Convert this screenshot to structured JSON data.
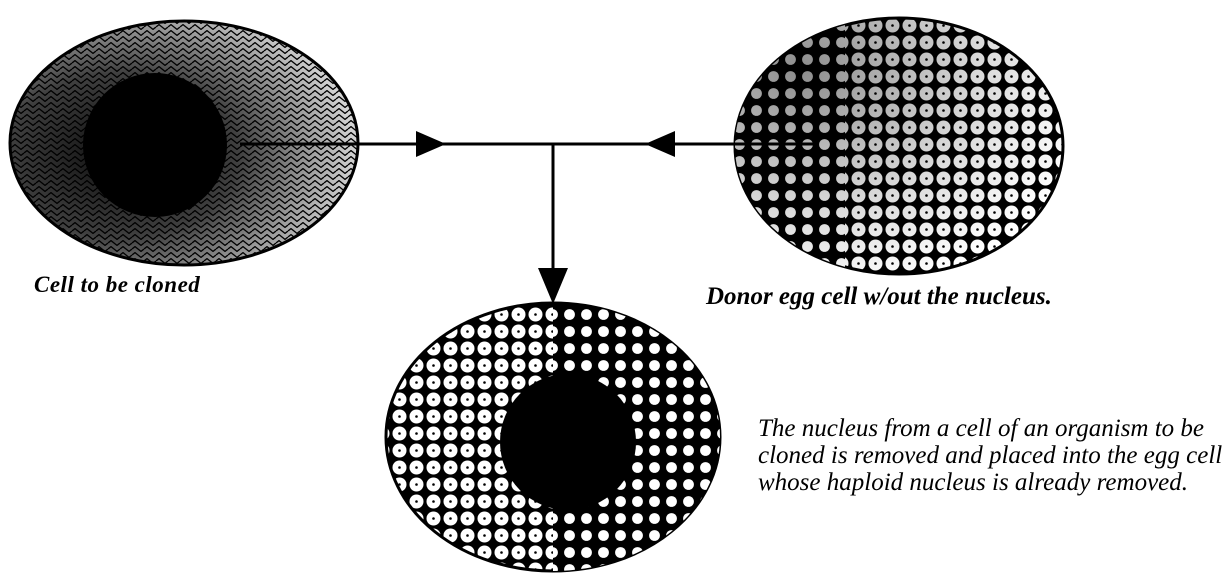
{
  "labels": {
    "source_cell": "Cell to be cloned",
    "donor_cell": "Donor egg cell w/out the nucleus.",
    "description": "The nucleus from a cell of an organism to be cloned is removed and placed into the egg cell whose haploid nucleus is already removed."
  },
  "colors": {
    "ink": "#000000",
    "background": "#ffffff"
  }
}
